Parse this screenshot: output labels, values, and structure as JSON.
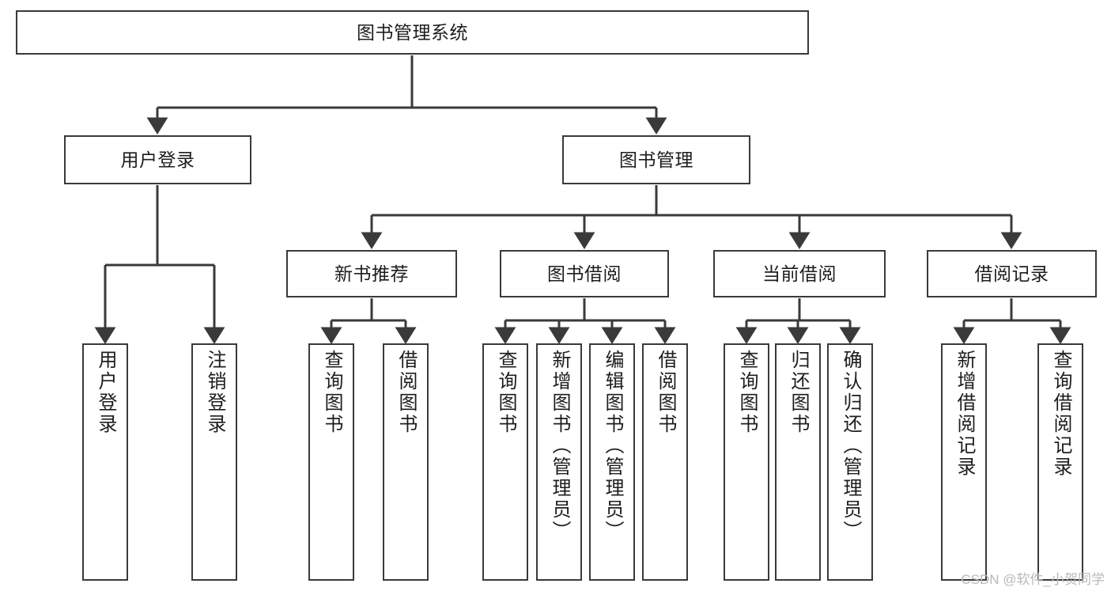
{
  "diagram": {
    "type": "tree",
    "title": "图书管理系统",
    "orientation": "top-down",
    "style": {
      "box_border_color": "#3a3a3a",
      "box_fill_color": "#ffffff",
      "edge_color": "#3a3a3a",
      "text_color": "#1d1d1d",
      "background_color": "#ffffff"
    }
  },
  "nodes": {
    "root": {
      "label": "图书管理系统"
    },
    "level2": [
      {
        "id": "user-login",
        "label": "用户登录"
      },
      {
        "id": "book-manage",
        "label": "图书管理"
      }
    ],
    "level3": [
      {
        "id": "new-book-recommend",
        "label": "新书推荐"
      },
      {
        "id": "book-borrow",
        "label": "图书借阅"
      },
      {
        "id": "current-borrow",
        "label": "当前借阅"
      },
      {
        "id": "borrow-record",
        "label": "借阅记录"
      }
    ],
    "leaves": [
      {
        "id": "leaf-user-login",
        "label": "用户登录",
        "parent": "user-login"
      },
      {
        "id": "leaf-logout-login",
        "label": "注销登录",
        "parent": "user-login"
      },
      {
        "id": "leaf-query-book-1",
        "label": "查询图书",
        "parent": "new-book-recommend"
      },
      {
        "id": "leaf-borrow-book-1",
        "label": "借阅图书",
        "parent": "new-book-recommend"
      },
      {
        "id": "leaf-query-book-2",
        "label": "查询图书",
        "parent": "book-borrow"
      },
      {
        "id": "leaf-add-book",
        "label": "新增图书（管理员）",
        "parent": "book-borrow"
      },
      {
        "id": "leaf-edit-book",
        "label": "编辑图书（管理员）",
        "parent": "book-borrow"
      },
      {
        "id": "leaf-borrow-book-2",
        "label": "借阅图书",
        "parent": "book-borrow"
      },
      {
        "id": "leaf-query-book-3",
        "label": "查询图书",
        "parent": "current-borrow"
      },
      {
        "id": "leaf-return-book",
        "label": "归还图书",
        "parent": "current-borrow"
      },
      {
        "id": "leaf-confirm-return",
        "label": "确认归还（管理员）",
        "parent": "current-borrow"
      },
      {
        "id": "leaf-add-record",
        "label": "新增借阅记录",
        "parent": "borrow-record"
      },
      {
        "id": "leaf-query-record",
        "label": "查询借阅记录",
        "parent": "borrow-record"
      }
    ]
  },
  "watermark": {
    "text": "CSDN @软件_小贺同学"
  }
}
